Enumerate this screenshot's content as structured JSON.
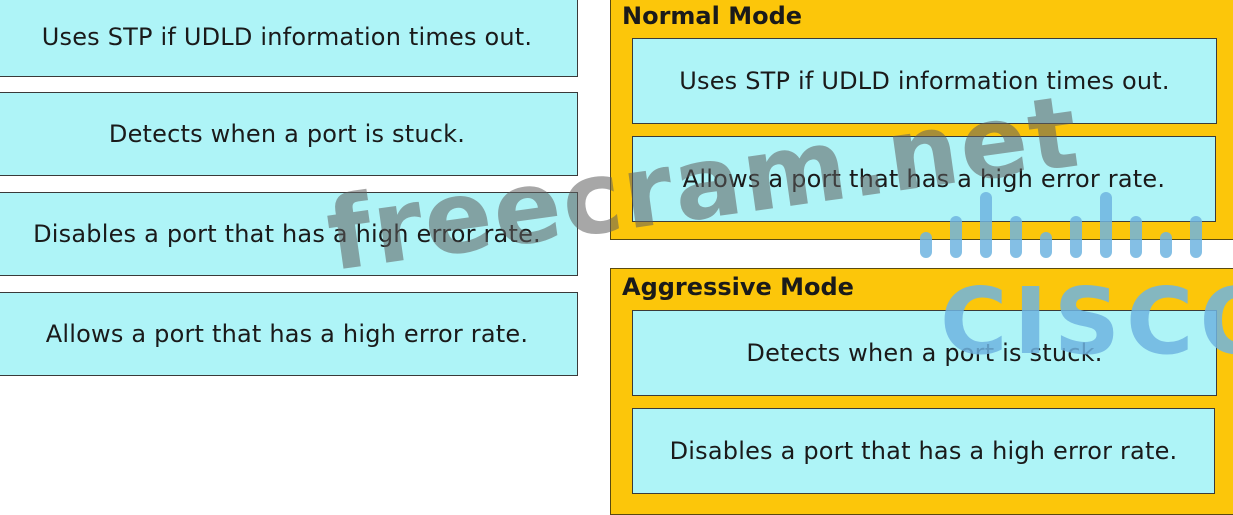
{
  "source_items": [
    "Uses STP if UDLD information times out.",
    "Detects when a port is stuck.",
    "Disables a port that has a high error rate.",
    "Allows a port that has a high error rate."
  ],
  "normal_mode": {
    "title": "Normal Mode",
    "items": [
      "Uses STP if UDLD information times out.",
      "Allows a port that has a high error rate."
    ]
  },
  "aggressive_mode": {
    "title": "Aggressive Mode",
    "items": [
      "Detects when a port is stuck.",
      "Disables a port that has a high error rate."
    ]
  },
  "watermark": "freecram.net",
  "logo": {
    "name": "cisco-logo",
    "text": "CISCO"
  },
  "colors": {
    "item_fill": "#aef4f7",
    "panel_fill": "#fcc60a",
    "logo": "#6eb4e1"
  }
}
